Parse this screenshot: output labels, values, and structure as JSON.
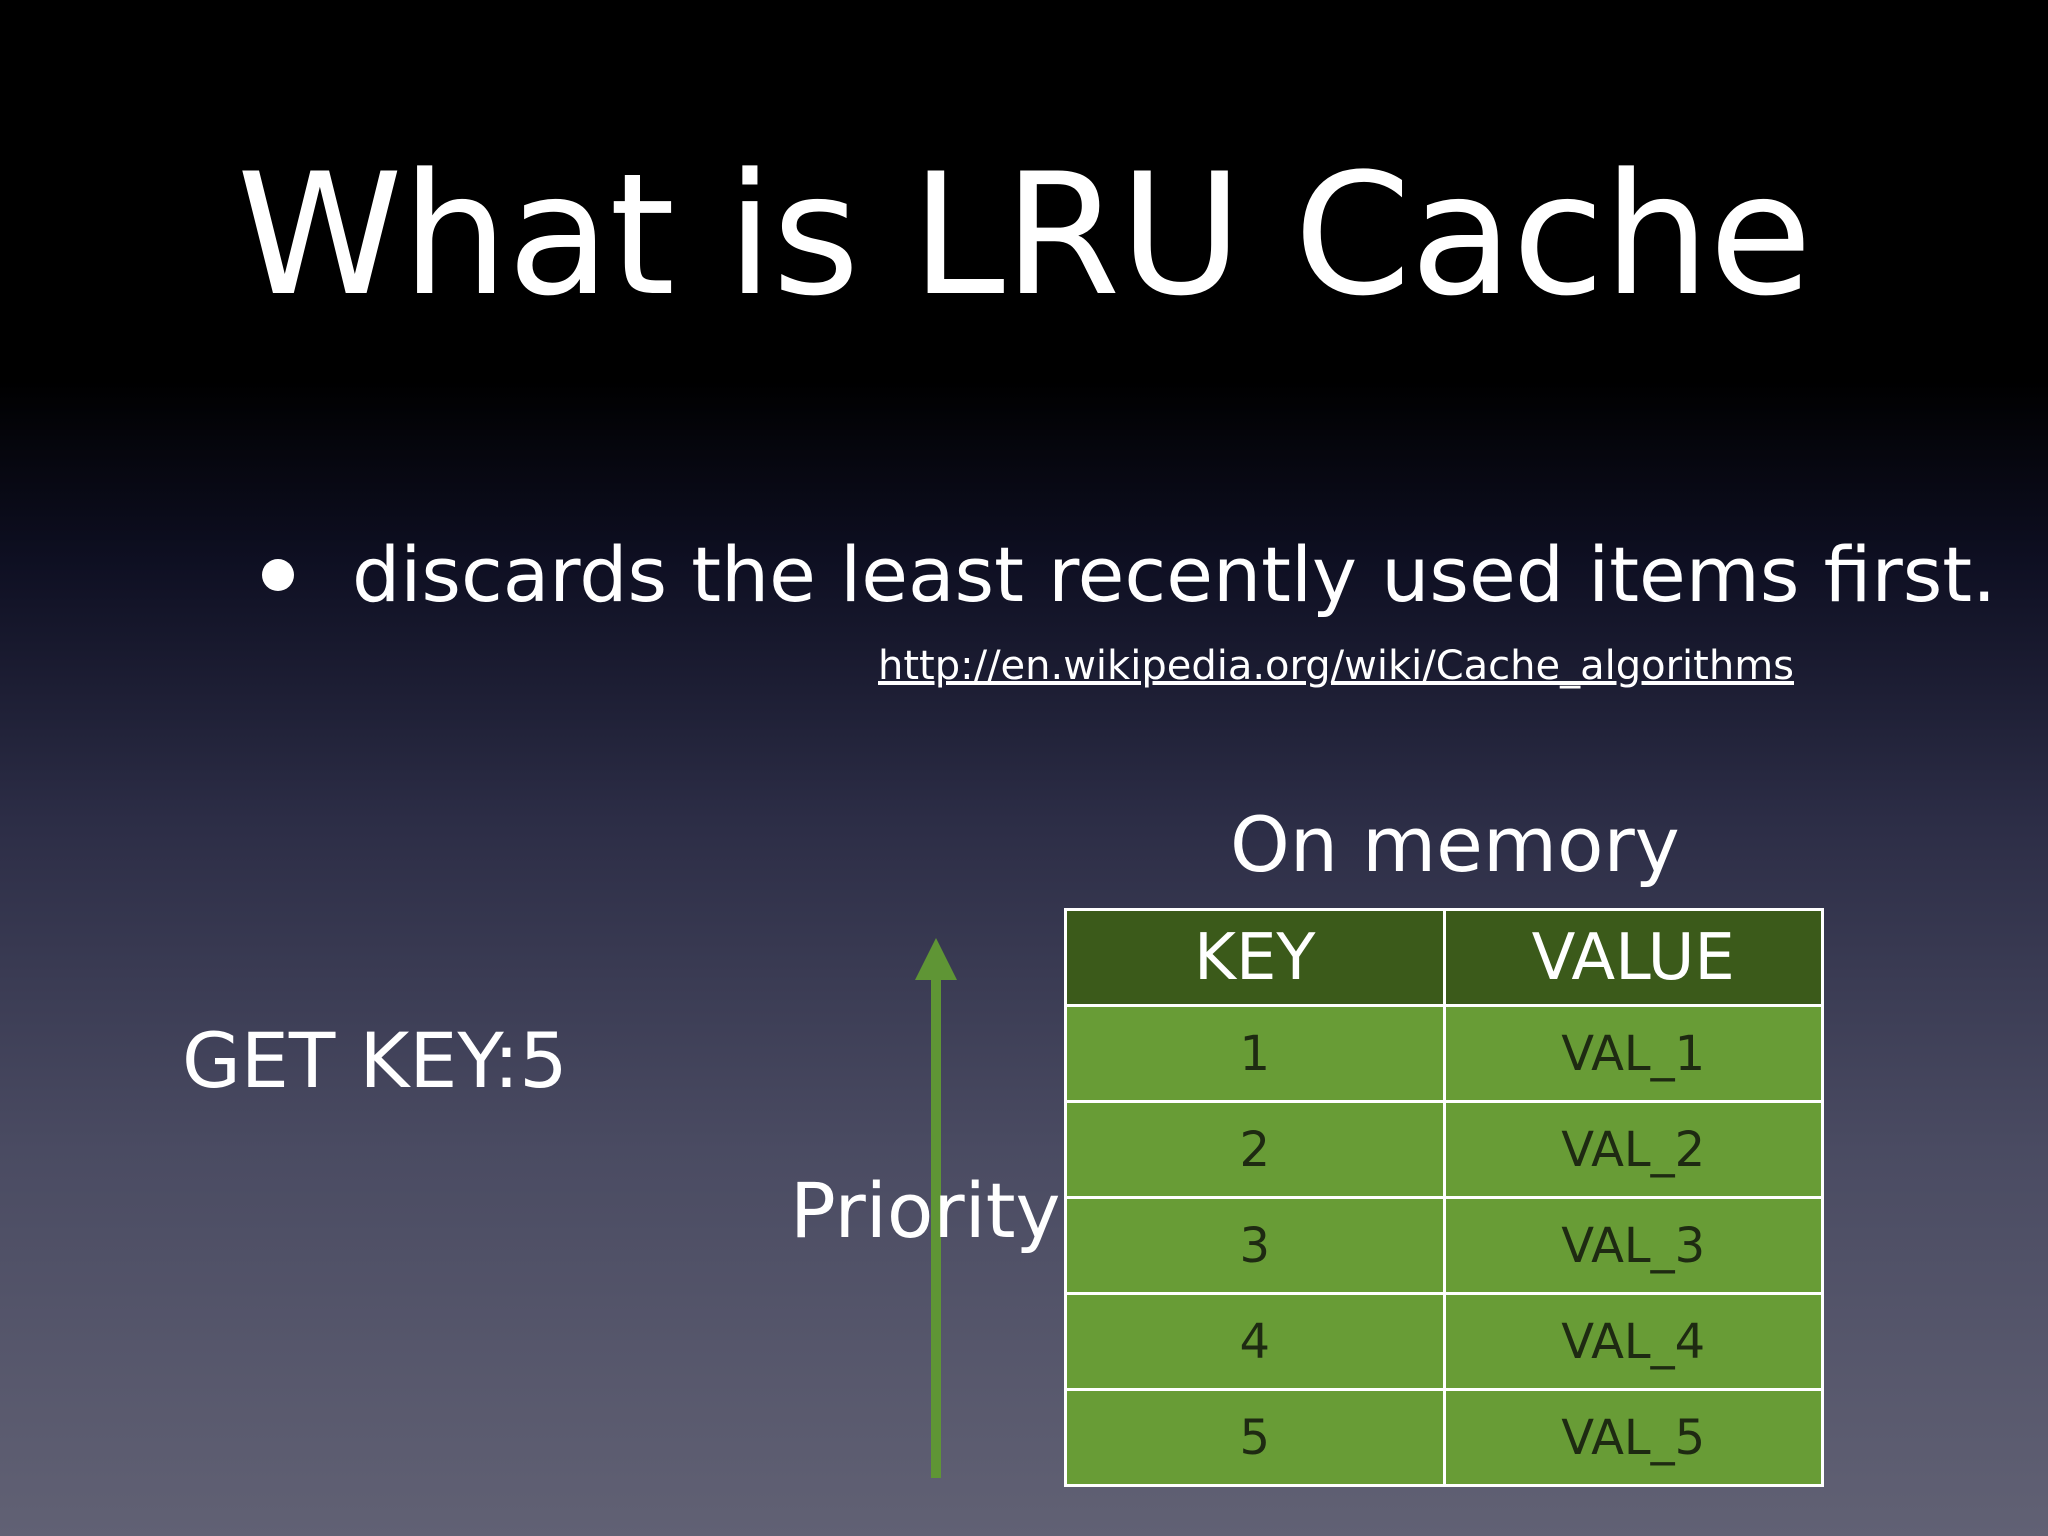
{
  "slide": {
    "title": "What is LRU Cache",
    "bullet": "discards the least recently used items first.",
    "reference_link": "http://en.wikipedia.org/wiki/Cache_algorithms",
    "memory_label": "On memory",
    "request_label": "GET KEY:5",
    "priority_label": "Priority"
  },
  "colors": {
    "header_bg": "#3b5a1a",
    "cell_bg": "#689c36",
    "arrow": "#5f9535"
  },
  "table": {
    "headers": [
      "KEY",
      "VALUE"
    ],
    "rows": [
      {
        "key": "1",
        "value": "VAL_1"
      },
      {
        "key": "2",
        "value": "VAL_2"
      },
      {
        "key": "3",
        "value": "VAL_3"
      },
      {
        "key": "4",
        "value": "VAL_4"
      },
      {
        "key": "5",
        "value": "VAL_5"
      }
    ]
  }
}
